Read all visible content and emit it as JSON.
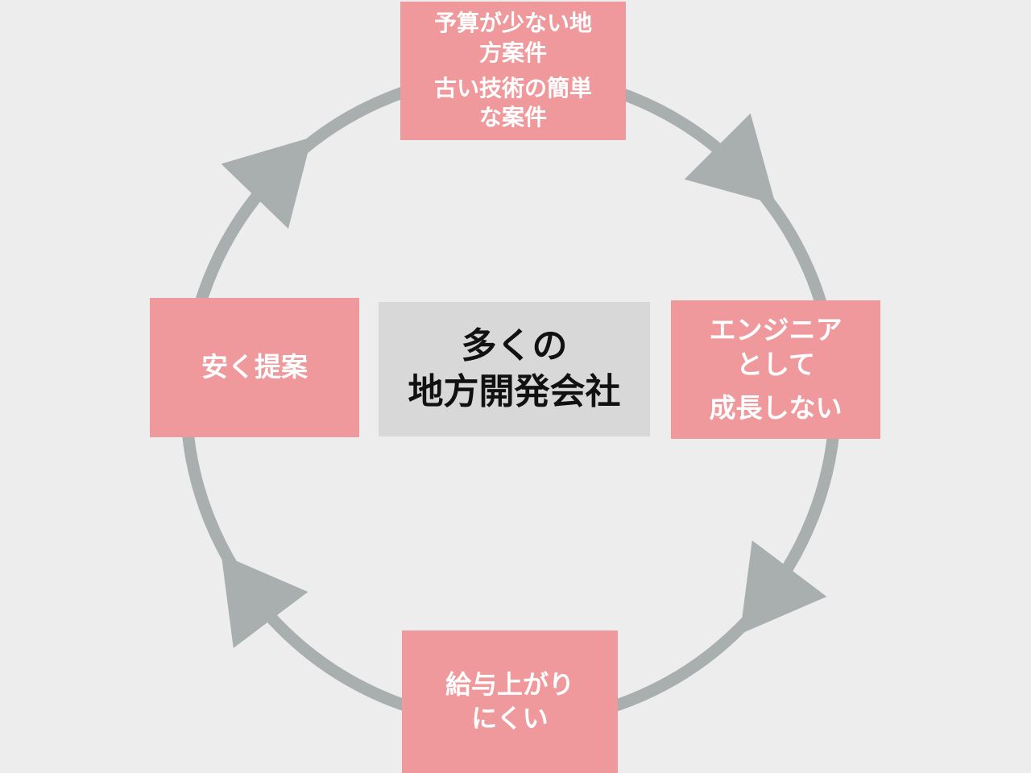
{
  "diagram": {
    "type": "cycle",
    "direction": "clockwise",
    "center": {
      "lines": [
        "多くの",
        "地方開発会社"
      ]
    },
    "nodes": {
      "top": {
        "paragraphs": [
          [
            "予算が少ない地",
            "方案件"
          ],
          [
            "古い技術の簡単",
            "な案件"
          ]
        ]
      },
      "right": {
        "paragraphs": [
          [
            "エンジニア",
            "として"
          ],
          [
            "成長しない"
          ]
        ]
      },
      "bottom": {
        "paragraphs": [
          [
            "給与上がり",
            "にくい"
          ]
        ]
      },
      "left": {
        "paragraphs": [
          [
            "安く提案"
          ]
        ]
      }
    },
    "colors": {
      "background": "#ECEDEC",
      "node_bg": "#F0999C",
      "node_text": "#FFFFFF",
      "center_bg": "#D8D8D8",
      "center_text": "#111111",
      "circle": "#A9AEAF"
    }
  }
}
